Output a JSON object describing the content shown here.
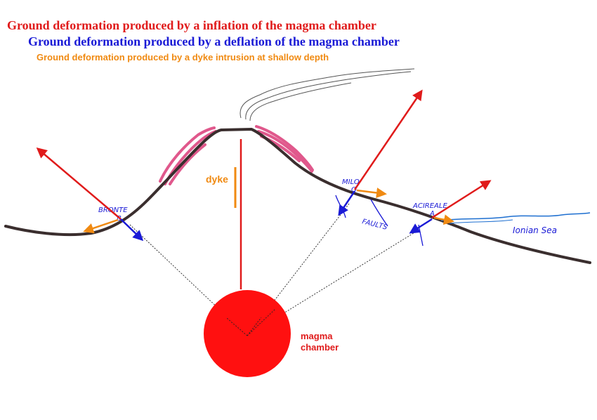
{
  "legend": {
    "inflation": "Ground deformation produced by a inflation of the magma chamber",
    "deflation": "Ground deformation produced by a deflation of the magma chamber",
    "dyke_intrusion": "Ground deformation produced by a dyke intrusion at shallow depth"
  },
  "labels": {
    "dyke": "dyke",
    "magma_line1": "magma",
    "magma_line2": "chamber",
    "bronte": "BRONTE",
    "milo": "MILO",
    "acireale": "ACIREALE",
    "faults": "FAULTS",
    "ionian_sea": "Ionian Sea"
  },
  "colors": {
    "inflation": "#e01b1b",
    "deflation": "#1a1ad6",
    "dyke": "#f08a12",
    "ground": "#3a2e2e",
    "flank": "#e0588c",
    "sea": "#1e6fd0",
    "chamber": "#ff1010"
  }
}
